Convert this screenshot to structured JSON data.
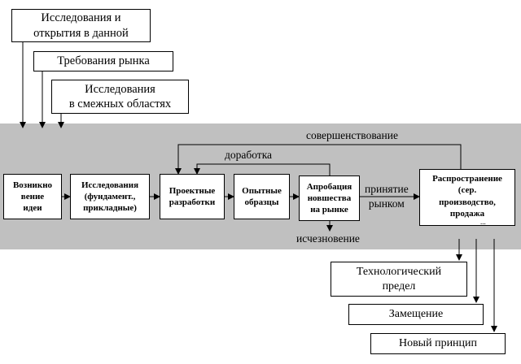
{
  "inputs": {
    "research": "Исследования и\nоткрытия в данной",
    "market": "Требования рынка",
    "adjacent": "Исследования\nв смежных областях"
  },
  "stages": {
    "origin": "Возникно\nвение\nидеи",
    "research": "Исследования\n(фундамент.,\nприкладные)",
    "design": "Проектные\nразработки",
    "prototypes": "Опытные\nобразцы",
    "approbation": "Апробация\nновшества\nна рынке",
    "distribution": "Распространение\n(сер.\nпроизводство,\nпродажа"
  },
  "distribution_ellipsis": "...",
  "labels": {
    "improvement": "совершенствование",
    "refinement": "доработка",
    "acceptance": "принятие\nрынком",
    "disappearance": "исчезновение"
  },
  "outcomes": {
    "limit": "Технологический\nпредел",
    "replacement": "Замещение",
    "new_principle": "Новый принцип"
  }
}
